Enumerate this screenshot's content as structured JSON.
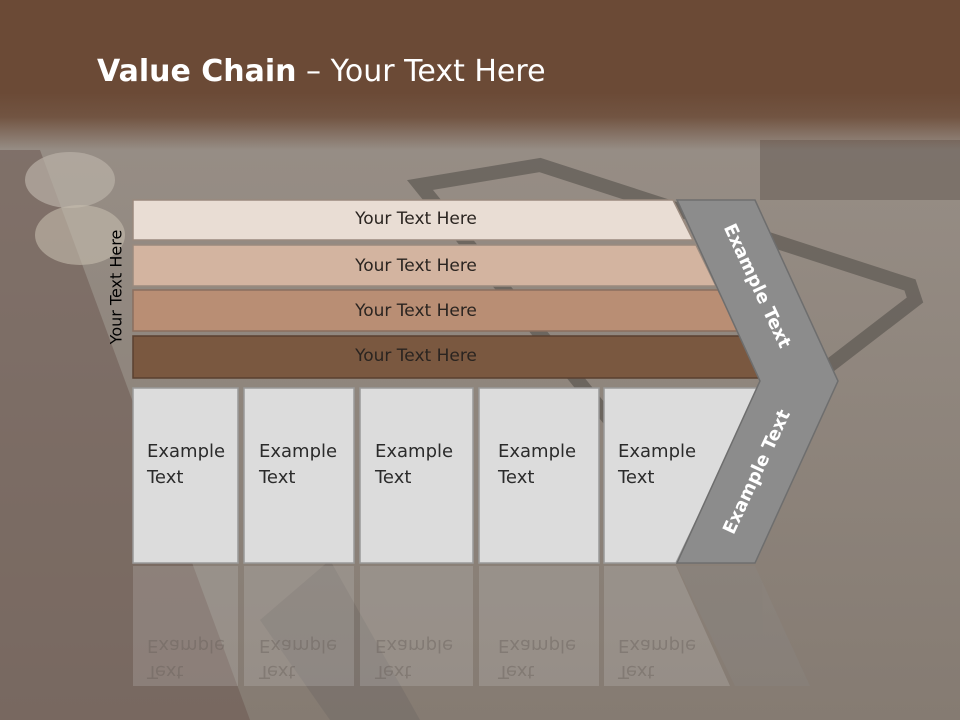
{
  "title": {
    "bold": "Value Chain",
    "rest": " – Your Text Here"
  },
  "side_label": "Your Text Here",
  "bars": [
    {
      "label": "Your Text Here",
      "color": "#e9ddd4"
    },
    {
      "label": "Your Text Here",
      "color": "#d3b4a0"
    },
    {
      "label": "Your Text Here",
      "color": "#b98e74"
    },
    {
      "label": "Your Text Here",
      "color": "#7a5840"
    }
  ],
  "boxes": [
    {
      "line1": "Example",
      "line2": "Text"
    },
    {
      "line1": "Example",
      "line2": "Text"
    },
    {
      "line1": "Example",
      "line2": "Text"
    },
    {
      "line1": "Example",
      "line2": "Text"
    },
    {
      "line1": "Example",
      "line2": "Text"
    }
  ],
  "arrow": {
    "upper_label": "Example Text",
    "lower_label": "Example Text",
    "color": "#8c8c8c"
  },
  "colors": {
    "header": "#6b4a36",
    "box_fill": "#dcdcdc",
    "box_border": "#9a9a9a"
  }
}
